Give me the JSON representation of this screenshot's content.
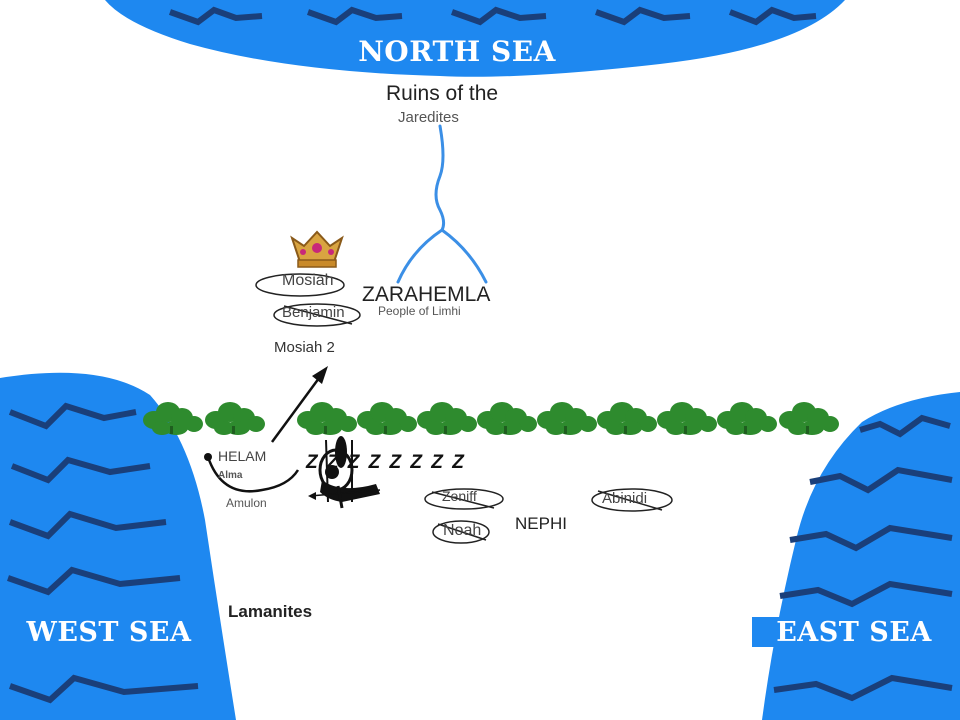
{
  "seas": {
    "north": "NORTH SEA",
    "west": "WEST SEA",
    "east": "EAST SEA"
  },
  "places": {
    "ruins_line1": "Ruins of the",
    "ruins_line2": "Jaredites",
    "zarahemla": "ZARAHEMLA",
    "people_of_limhi": "People of Limhi",
    "helam": "HELAM",
    "nephi": "NEPHI"
  },
  "people": {
    "mosiah": "Mosiah",
    "benjamin": "Benjamin",
    "alma": "Alma",
    "amulon": "Amulon",
    "zeniff": "Zeniff",
    "noah": "Noah",
    "abinidi": "Abinidi",
    "lamanites": "Lamanites"
  },
  "annotations": {
    "reference": "Mosiah 2",
    "sleeping": "Z Z Z Z Z Z Z Z"
  },
  "colors": {
    "sea": "#1e88f0",
    "wave": "#1a3f7a",
    "river": "#3b8fe6",
    "forest": "#2e8b2e",
    "crown": "#d9a441"
  },
  "icons": {
    "crown": "crown-icon",
    "sleeping_soldier": "sleeping-soldier-icon",
    "forest": "forest-icon",
    "arrow": "arrow-up-right-icon"
  }
}
